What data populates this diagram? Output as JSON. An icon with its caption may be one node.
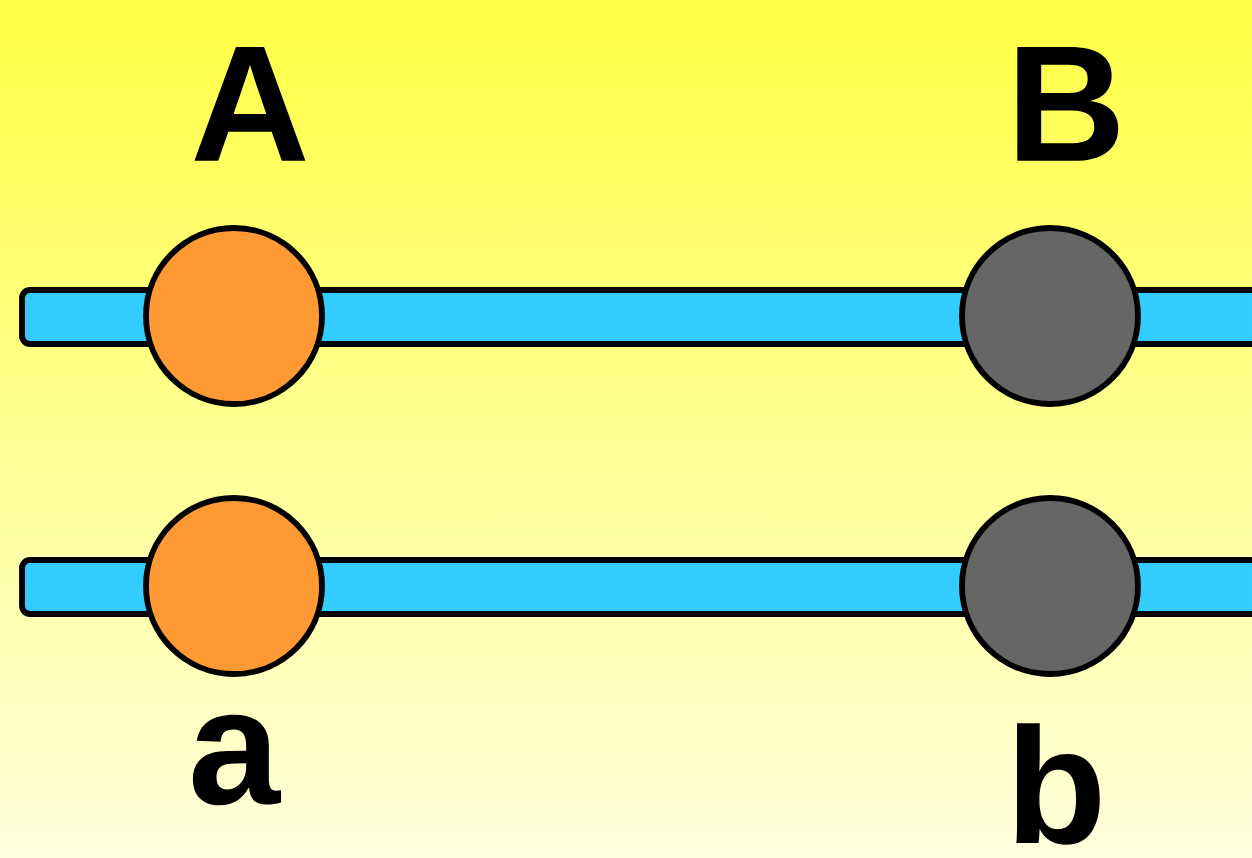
{
  "diagram": {
    "nodes": [
      {
        "text": [
          "A"
        ]
      },
      {
        "text": [
          "B"
        ]
      },
      {
        "text": [
          "a"
        ]
      },
      {
        "text": [
          "b"
        ]
      }
    ]
  }
}
